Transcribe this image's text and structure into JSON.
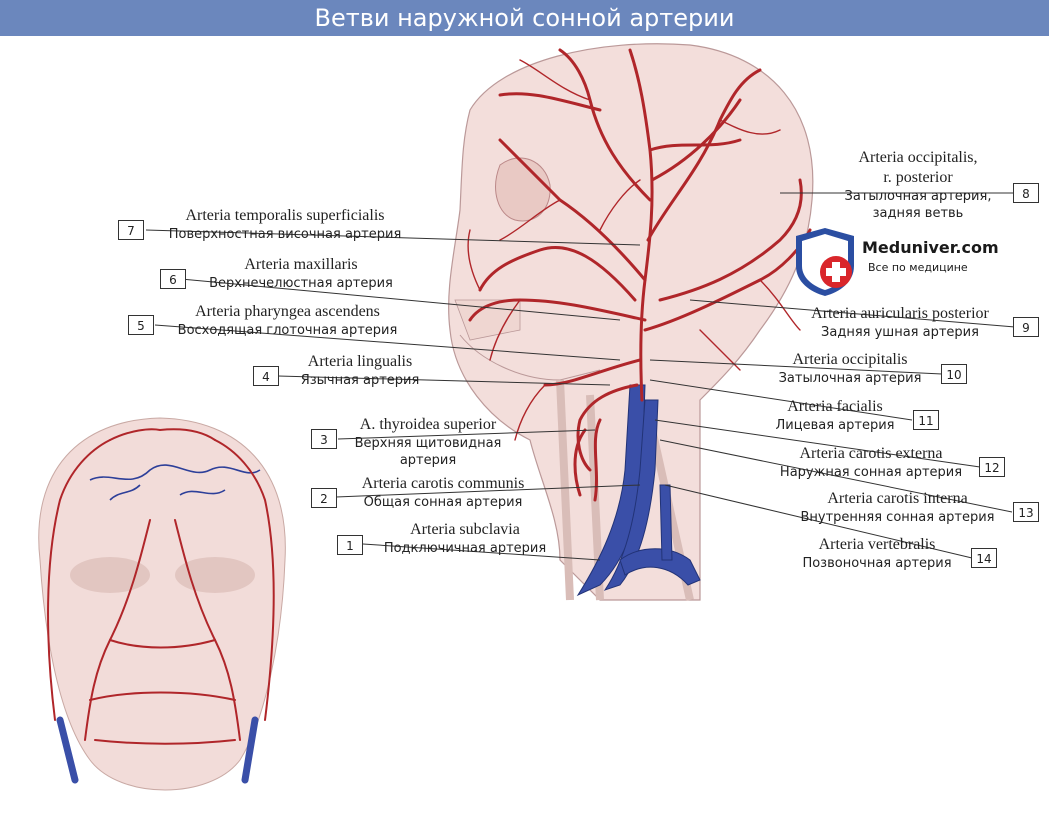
{
  "title": "Ветви наружной сонной артерии",
  "colors": {
    "title_bg": "#6b87bd",
    "artery": "#b0262a",
    "vein": "#3a4fa8",
    "skin": "#f2dcd9"
  },
  "logo": {
    "name": "Meduniver.com",
    "tagline": "Все по медицине"
  },
  "labels": [
    {
      "num": "1",
      "latin": "Arteria subclavia",
      "russian": "Подключичная артерия"
    },
    {
      "num": "2",
      "latin": "Arteria carotis communis",
      "russian": "Общая сонная артерия"
    },
    {
      "num": "3",
      "latin": "A. thyroidea superior",
      "russian": "Верхняя щитовидная",
      "russian2": "артерия"
    },
    {
      "num": "4",
      "latin": "Arteria lingualis",
      "russian": "Язычная артерия"
    },
    {
      "num": "5",
      "latin": "Arteria pharyngea ascendens",
      "russian": "Восходящая глоточная артерия"
    },
    {
      "num": "6",
      "latin": "Arteria maxillaris",
      "russian": "Верхнечелюстная артерия"
    },
    {
      "num": "7",
      "latin": "Arteria temporalis superficialis",
      "russian": "Поверхностная височная артерия"
    },
    {
      "num": "8",
      "latin": "Arteria occipitalis,",
      "latin2": "r. posterior",
      "russian": "Затылочная артерия,",
      "russian2": "задняя ветвь"
    },
    {
      "num": "9",
      "latin": "Arteria auricularis posterior",
      "russian": "Задняя ушная артерия"
    },
    {
      "num": "10",
      "latin": "Arteria occipitalis",
      "russian": "Затылочная артерия"
    },
    {
      "num": "11",
      "latin": "Arteria facialis",
      "russian": "Лицевая артерия"
    },
    {
      "num": "12",
      "latin": "Arteria carotis externa",
      "russian": "Наружная сонная артерия"
    },
    {
      "num": "13",
      "latin": "Arteria carotis interna",
      "russian": "Внутренняя сонная артерия"
    },
    {
      "num": "14",
      "latin": "Arteria vertebralis",
      "russian": "Позвоночная артерия"
    }
  ]
}
